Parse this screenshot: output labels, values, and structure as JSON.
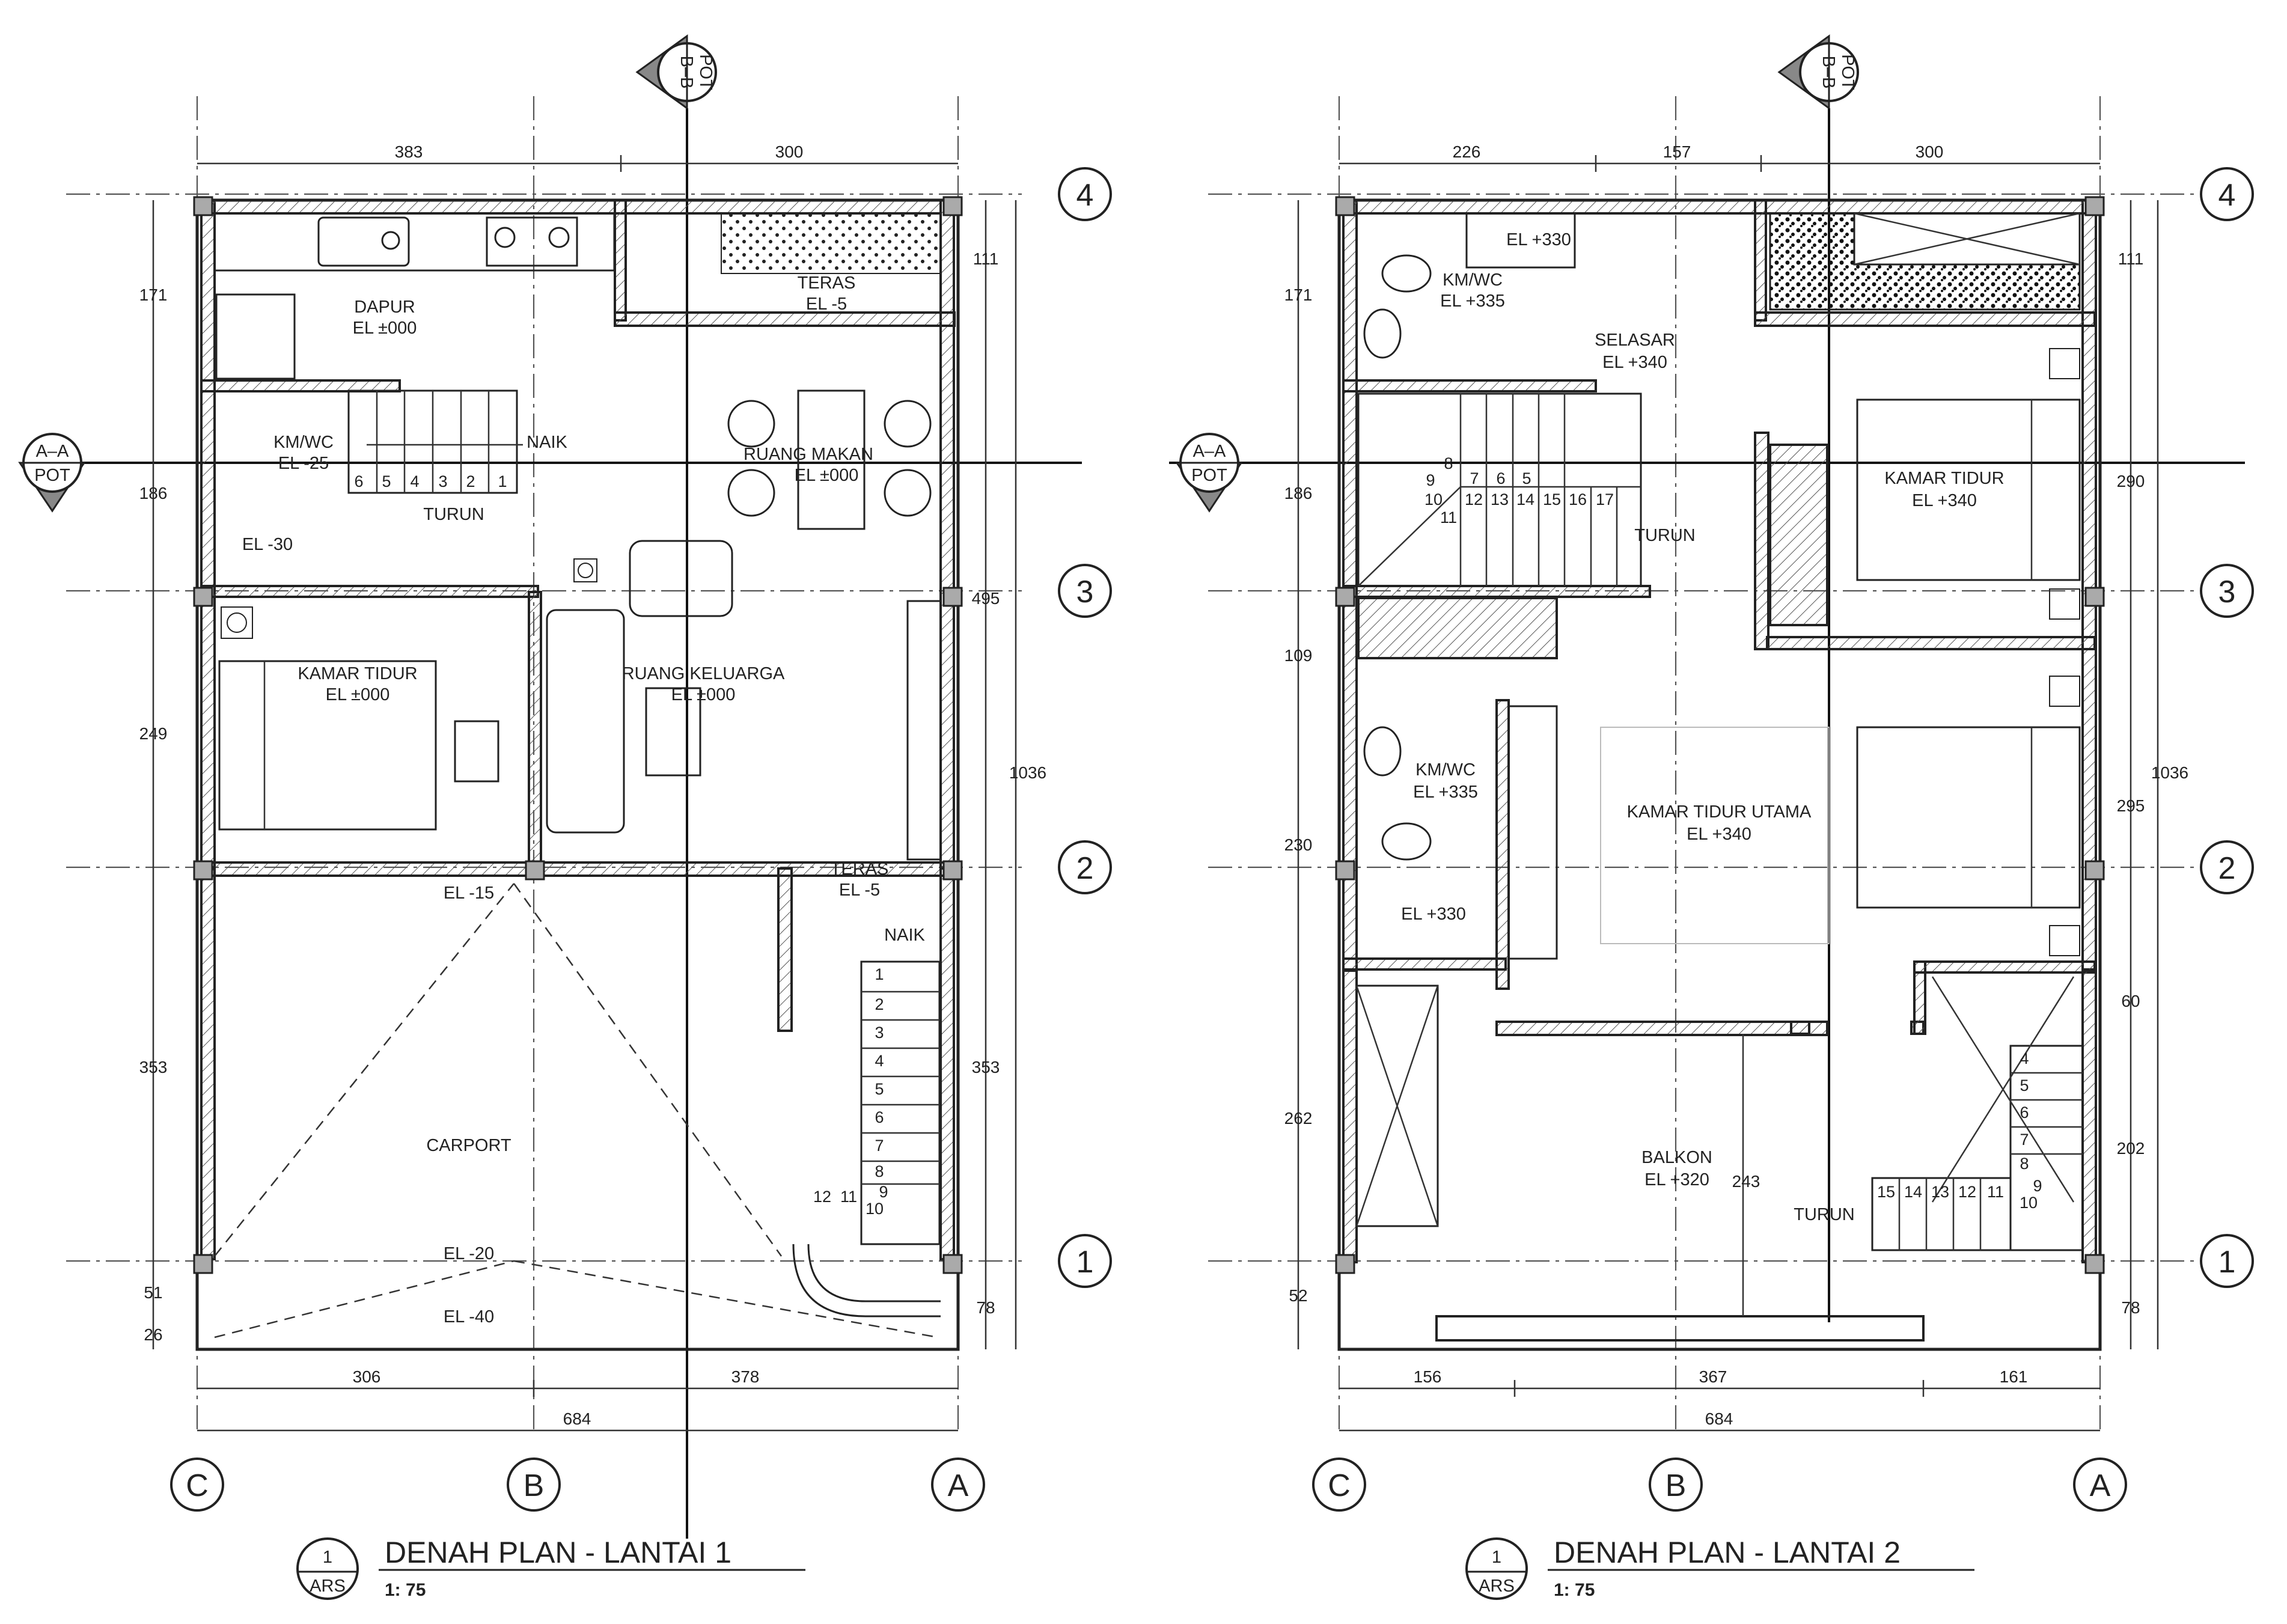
{
  "plans": [
    {
      "title": "DENAH PLAN - LANTAI 1",
      "scale": "1: 75",
      "tag_number": "1",
      "tag_sheet": "ARS",
      "rooms": {
        "dapur": "DAPUR",
        "dapur_el": "EL ±000",
        "teras_top": "TERAS",
        "teras_top_el": "EL -5",
        "kmwc": "KM/WC",
        "kmwc_el": "EL -25",
        "wc_el": "EL -30",
        "naik": "NAIK",
        "turun": "TURUN",
        "ruang_makan": "RUANG MAKAN",
        "ruang_makan_el": "EL ±000",
        "kamar": "KAMAR TIDUR",
        "kamar_el": "EL ±000",
        "keluarga": "RUANG KELUARGA",
        "keluarga_el": "EL ±000",
        "teras_mid": "TERAS",
        "teras_mid_el": "EL -5",
        "el_15": "EL -15",
        "naik2": "NAIK",
        "carport": "CARPORT",
        "el_20": "EL -20",
        "el_40": "EL -40"
      },
      "stair_upper": [
        "6",
        "5",
        "4",
        "3",
        "2",
        "1"
      ],
      "stair_lower": [
        "1",
        "2",
        "3",
        "4",
        "5",
        "6",
        "7",
        "8"
      ],
      "stair_winder": [
        "12",
        "11",
        "9",
        "10"
      ],
      "dims_top": [
        "383",
        "300"
      ],
      "dims_left": [
        "171",
        "186",
        "249",
        "353",
        "51",
        "26"
      ],
      "dims_right_in": [
        "111",
        "495",
        "353",
        "78"
      ],
      "dims_right_total": "1036",
      "dims_bottom": [
        "306",
        "378"
      ],
      "dims_bottom_total": "684"
    },
    {
      "title": "DENAH PLAN - LANTAI 2",
      "scale": "1: 75",
      "tag_number": "1",
      "tag_sheet": "ARS",
      "rooms": {
        "el_330_top": "EL +330",
        "kmwc_top": "KM/WC",
        "kmwc_top_el": "EL +335",
        "selasar": "SELASAR",
        "selasar_el": "EL +340",
        "turun": "TURUN",
        "kamar": "KAMAR TIDUR",
        "kamar_el": "EL +340",
        "kmwc_bot": "KM/WC",
        "kmwc_bot_el": "EL +335",
        "el_330_bot": "EL +330",
        "utama": "KAMAR TIDUR UTAMA",
        "utama_el": "EL +340",
        "balkon": "BALKON",
        "balkon_el": "EL +320",
        "balkon_dim": "243",
        "turun2": "TURUN"
      },
      "stair_top": [
        "8",
        "7",
        "6",
        "5"
      ],
      "stair_mid": [
        "9",
        "10",
        "11",
        "12",
        "13",
        "14",
        "15",
        "16",
        "17"
      ],
      "stair_right_v": [
        "4",
        "5",
        "6",
        "7",
        "8",
        "9",
        "10"
      ],
      "stair_right_h": [
        "15",
        "14",
        "13",
        "12",
        "11"
      ],
      "dims_top": [
        "226",
        "157",
        "300"
      ],
      "dims_left": [
        "171",
        "186",
        "109",
        "230",
        "262",
        "52"
      ],
      "dims_right_in": [
        "111",
        "290",
        "295",
        "60",
        "202",
        "78"
      ],
      "dims_right_total": "1036",
      "dims_bottom": [
        "156",
        "367",
        "161"
      ],
      "dims_bottom_total": "684"
    }
  ],
  "grid_rows": [
    "4",
    "3",
    "2",
    "1"
  ],
  "grid_cols": [
    "C",
    "B",
    "A"
  ],
  "section_aa": {
    "top": "A–A",
    "bottom": "POT"
  },
  "section_bb": {
    "top": "B–B",
    "bottom": "POT"
  }
}
